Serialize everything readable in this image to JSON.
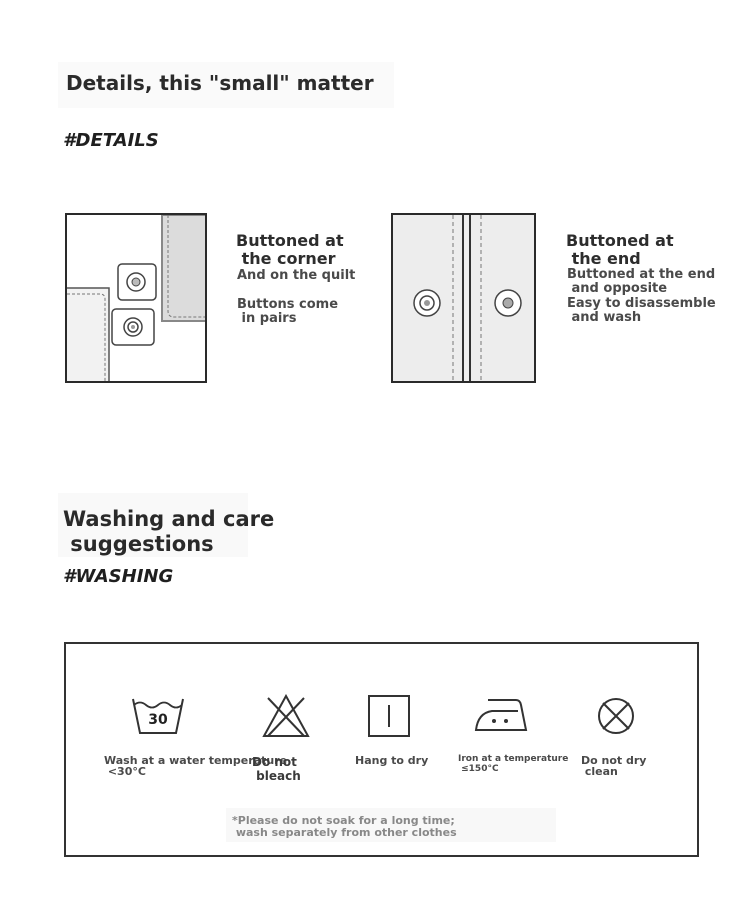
{
  "details_section": {
    "title": "Details, this \"small\" matter",
    "tag": "#DETAILS"
  },
  "corner_panel": {
    "heading": "Buttoned at\n the corner",
    "line1": "And on the quilt",
    "line2": "Buttons come\n in pairs"
  },
  "end_panel": {
    "heading": "Buttoned at\n the end",
    "line1": "Buttoned at the end\n and opposite",
    "line2": "Easy to disassemble\n and wash"
  },
  "washing_section": {
    "title": "Washing and care\n suggestions",
    "tag": "#WASHING"
  },
  "care_symbols": [
    {
      "icon": "wash-30-icon",
      "number": "30",
      "label": "Wash at a water temperature\n <30°C"
    },
    {
      "icon": "do-not-bleach-icon",
      "label": "Do not\n bleach"
    },
    {
      "icon": "hang-to-dry-icon",
      "label": "Hang to dry"
    },
    {
      "icon": "iron-icon",
      "label": "Iron at a temperature\n ≤150°C"
    },
    {
      "icon": "do-not-dry-clean-icon",
      "label": "Do not dry\n clean"
    }
  ],
  "care_note": "*Please do not soak for a long time;\n wash separately from other clothes"
}
